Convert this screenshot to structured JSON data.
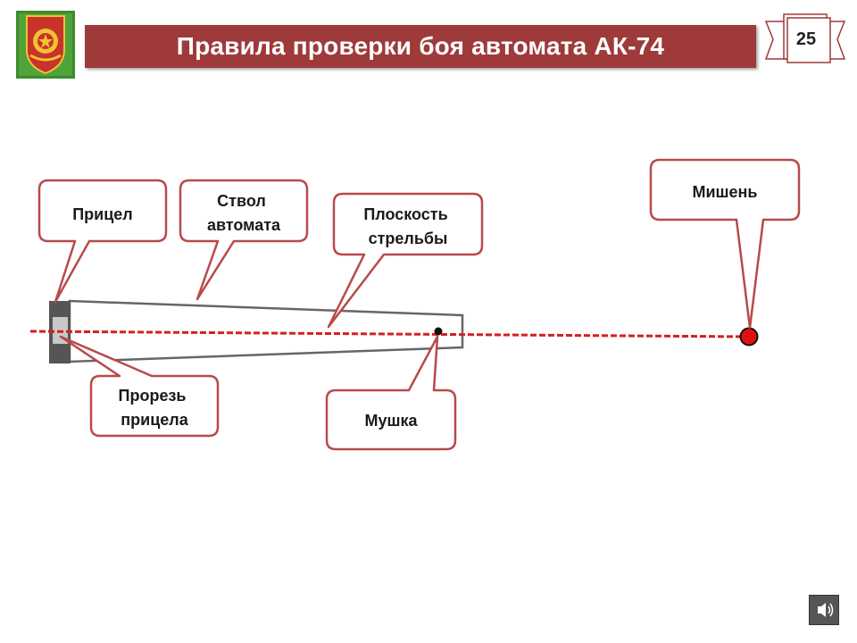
{
  "slide": {
    "title": "Правила проверки боя автомата АК-74",
    "page_number": "25"
  },
  "colors": {
    "title_bar": "#9e3a3a",
    "callout_border": "#b84a4a",
    "fire_line": "#d42020",
    "target": "#e01010",
    "barrel_stroke": "#666666",
    "sight_block": "#555555"
  },
  "icons": {
    "emblem": "military-emblem-icon",
    "sound": "speaker-icon"
  },
  "callouts": {
    "sight": [
      "Прицел"
    ],
    "barrel": [
      "Ствол",
      "автомата"
    ],
    "fire_plane": [
      "Плоскость",
      "стрельбы"
    ],
    "target": [
      "Мишень"
    ],
    "sight_slot": [
      "Прорезь",
      "прицела"
    ],
    "front_sight": [
      "Мушка"
    ]
  }
}
